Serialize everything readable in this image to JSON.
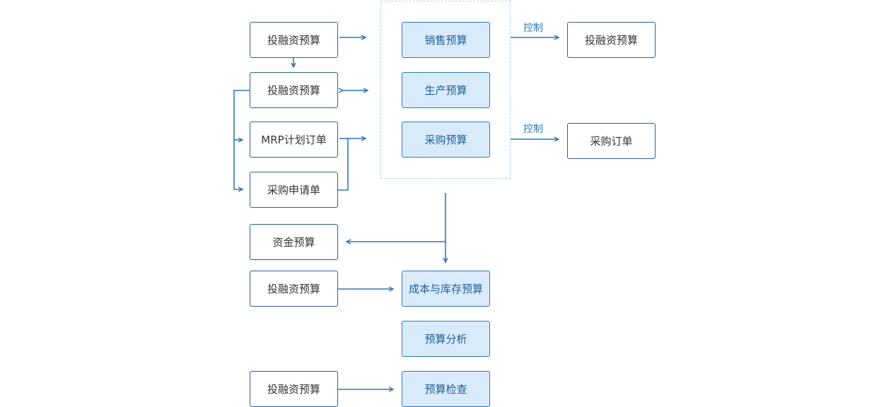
{
  "colors": {
    "line": "#2f77b8",
    "highlight_fill": "#d9ebfb",
    "box_border": "#2f5f8f",
    "dashed_group": "#b7cfe6"
  },
  "left_nodes": {
    "n1": "投融资预算",
    "n2": "投融资预算",
    "n3": "MRP计划订单",
    "n4": "采购申请单",
    "n5": "资金预算",
    "n6": "投融资预算",
    "n7": "投融资预算"
  },
  "center_nodes": {
    "sales": "销售预算",
    "production": "生产预算",
    "purchase": "采购预算",
    "cost_inventory": "成本与库存预算",
    "analysis": "预算分析",
    "check": "预算检查"
  },
  "right_nodes": {
    "r1": "投融资预算",
    "r2": "采购订单"
  },
  "edge_labels": {
    "control_1": "控制",
    "control_2": "控制"
  }
}
